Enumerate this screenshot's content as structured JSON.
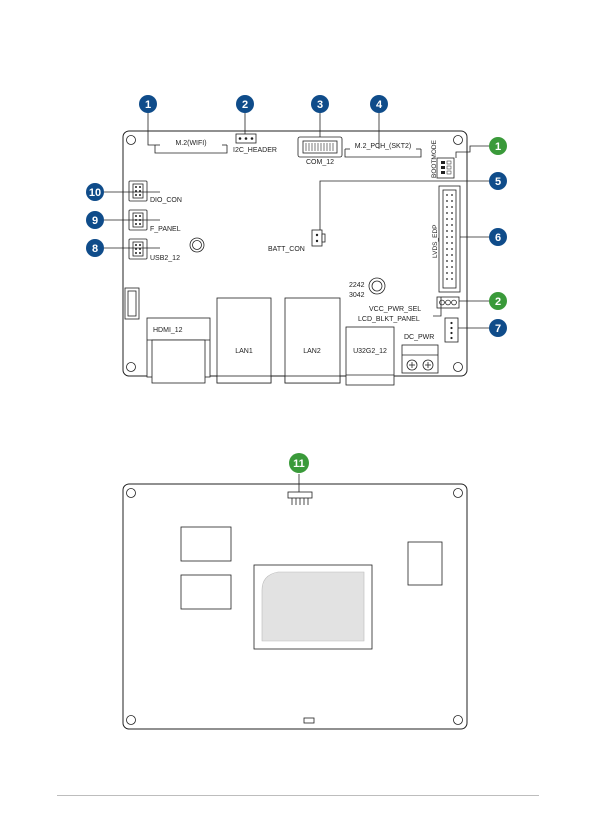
{
  "colors": {
    "callout_blue": "#0f4c8a",
    "callout_green": "#3a9a3a",
    "outline": "#222222"
  },
  "top_board": {
    "labels": {
      "m2_wifi": "M.2(WIFI)",
      "i2c_header": "I2C_HEADER",
      "com_12": "COM_12",
      "m2_pch": "M.2_PCH_(SKT2)",
      "bootmode": "BOOTMODE",
      "batt_con": "BATT_CON",
      "dio_con": "DIO_CON",
      "f_panel": "F_PANEL",
      "usb2_12": "USB2_12",
      "lvds_edp": "LVDS_EDP",
      "size_2242": "2242",
      "size_3042": "3042",
      "vcc_pwr_sel": "VCC_PWR_SEL",
      "lcd_blkt_panel": "LCD_BLKT_PANEL",
      "dc_pwr": "DC_PWR",
      "hdmi_12": "HDMI_12",
      "lan1": "LAN1",
      "lan2": "LAN2",
      "u32g2_12": "U32G2_12"
    },
    "callouts": {
      "c1_top": "1",
      "c2_top": "2",
      "c3": "3",
      "c4": "4",
      "c1_right": "1",
      "c5": "5",
      "c6": "6",
      "c2_right": "2",
      "c7": "7",
      "c10": "10",
      "c9": "9",
      "c8": "8"
    }
  },
  "bottom_board": {
    "callouts": {
      "c11": "11"
    }
  }
}
